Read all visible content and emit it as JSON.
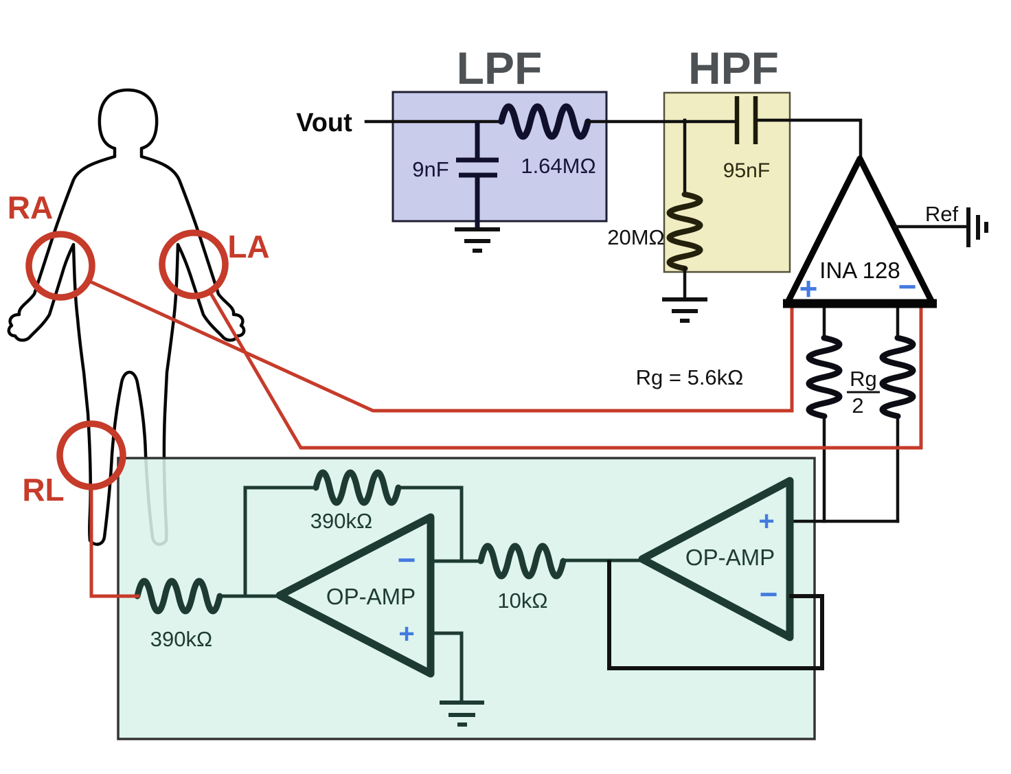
{
  "electrodes": {
    "ra_label": "RA",
    "la_label": "LA",
    "rl_label": "RL"
  },
  "signals": {
    "vout_label": "Vout"
  },
  "lpf": {
    "title": "LPF",
    "capacitor_value": "9nF",
    "resistor_value": "1.64MΩ"
  },
  "hpf": {
    "title": "HPF",
    "capacitor_value": "95nF",
    "resistor_value": "20MΩ"
  },
  "ina": {
    "label": "INA 128",
    "ref_label": "Ref",
    "gain_equation": "Rg = 5.6kΩ",
    "rg_fraction_numerator": "Rg",
    "rg_fraction_denominator": "2"
  },
  "drl": {
    "opamp_inverting_label": "OP-AMP",
    "opamp_buffer_label": "OP-AMP",
    "feedback_resistor_value": "390kΩ",
    "input_resistor_value": "390kΩ",
    "series_resistor_value": "10kΩ"
  },
  "symbols": {
    "plus": "+",
    "minus": "−"
  },
  "colors": {
    "electrode_red": "#c63b2a",
    "lpf_fill": "#c9cdeb",
    "lpf_border": "#1f1f33",
    "hpf_fill": "#f1edc2",
    "hpf_border": "#55513a",
    "drl_fill": "#d9f2ea",
    "drl_border": "#333333",
    "annotation_blue": "#447be0",
    "opamp_ink_green": "#1e3b33",
    "title_gray": "#4d5154"
  }
}
